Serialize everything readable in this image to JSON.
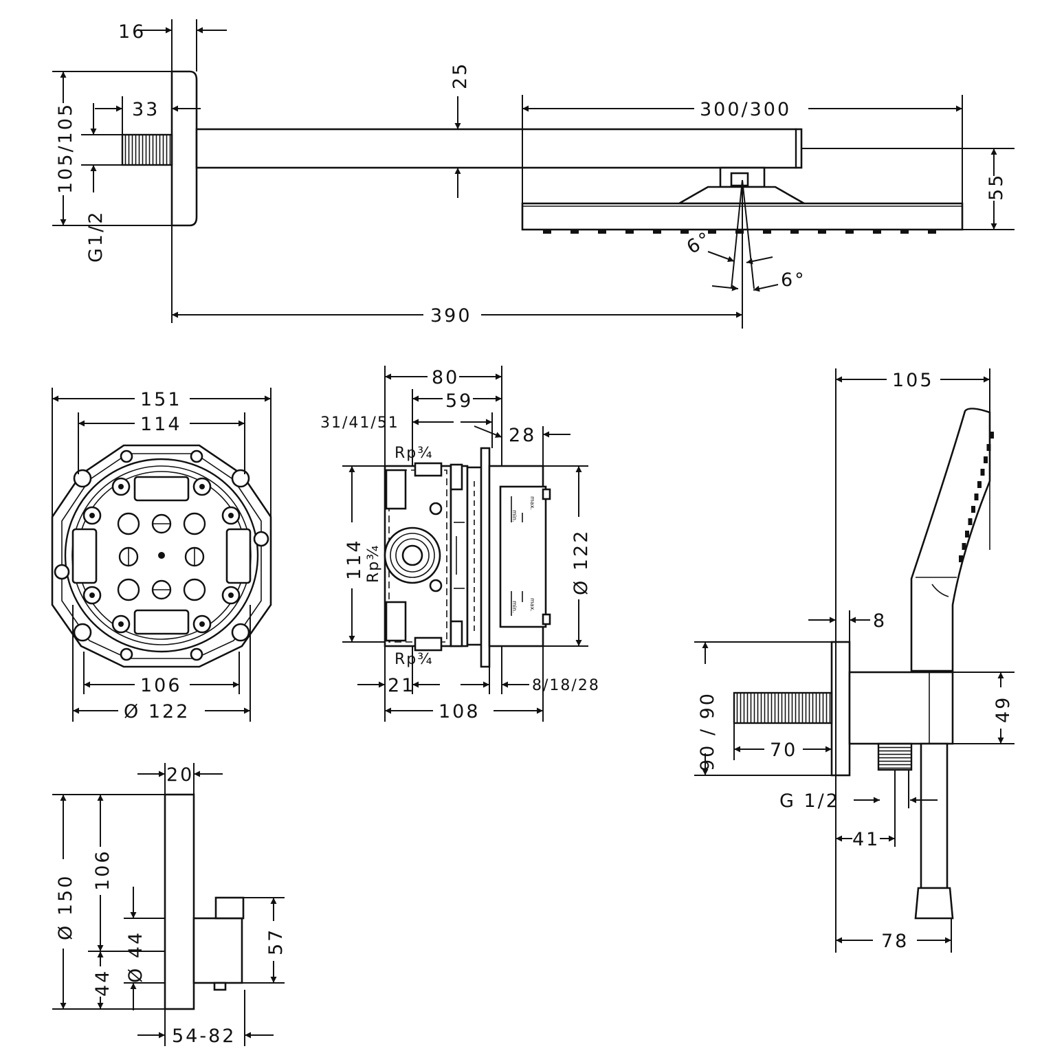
{
  "diagram": {
    "views": [
      {
        "name": "overhead-shower-side-view",
        "dimensions": [
          "16",
          "25",
          "33",
          "300/300",
          "105/105",
          "G1/2",
          "55",
          "6°",
          "6°",
          "390"
        ]
      },
      {
        "name": "basic-set-front-view",
        "dimensions": [
          "151",
          "114",
          "106",
          "Ø 122"
        ]
      },
      {
        "name": "basic-set-side-view",
        "dimensions": [
          "80",
          "59",
          "31/41/51",
          "28",
          "Rp¾",
          "Rp¾",
          "Rp¾",
          "114",
          "Ø 122",
          "21",
          "8/18/28",
          "108"
        ],
        "labels": [
          "min.",
          "max.",
          "min.",
          "max."
        ]
      },
      {
        "name": "hand-shower-holder-view",
        "dimensions": [
          "105",
          "8",
          "90 / 90",
          "49",
          "70",
          "G 1/2",
          "41",
          "78"
        ]
      },
      {
        "name": "thermostat-trim-view",
        "dimensions": [
          "20",
          "Ø 150",
          "106",
          "Ø 44",
          "44",
          "57",
          "54-82"
        ]
      }
    ]
  }
}
